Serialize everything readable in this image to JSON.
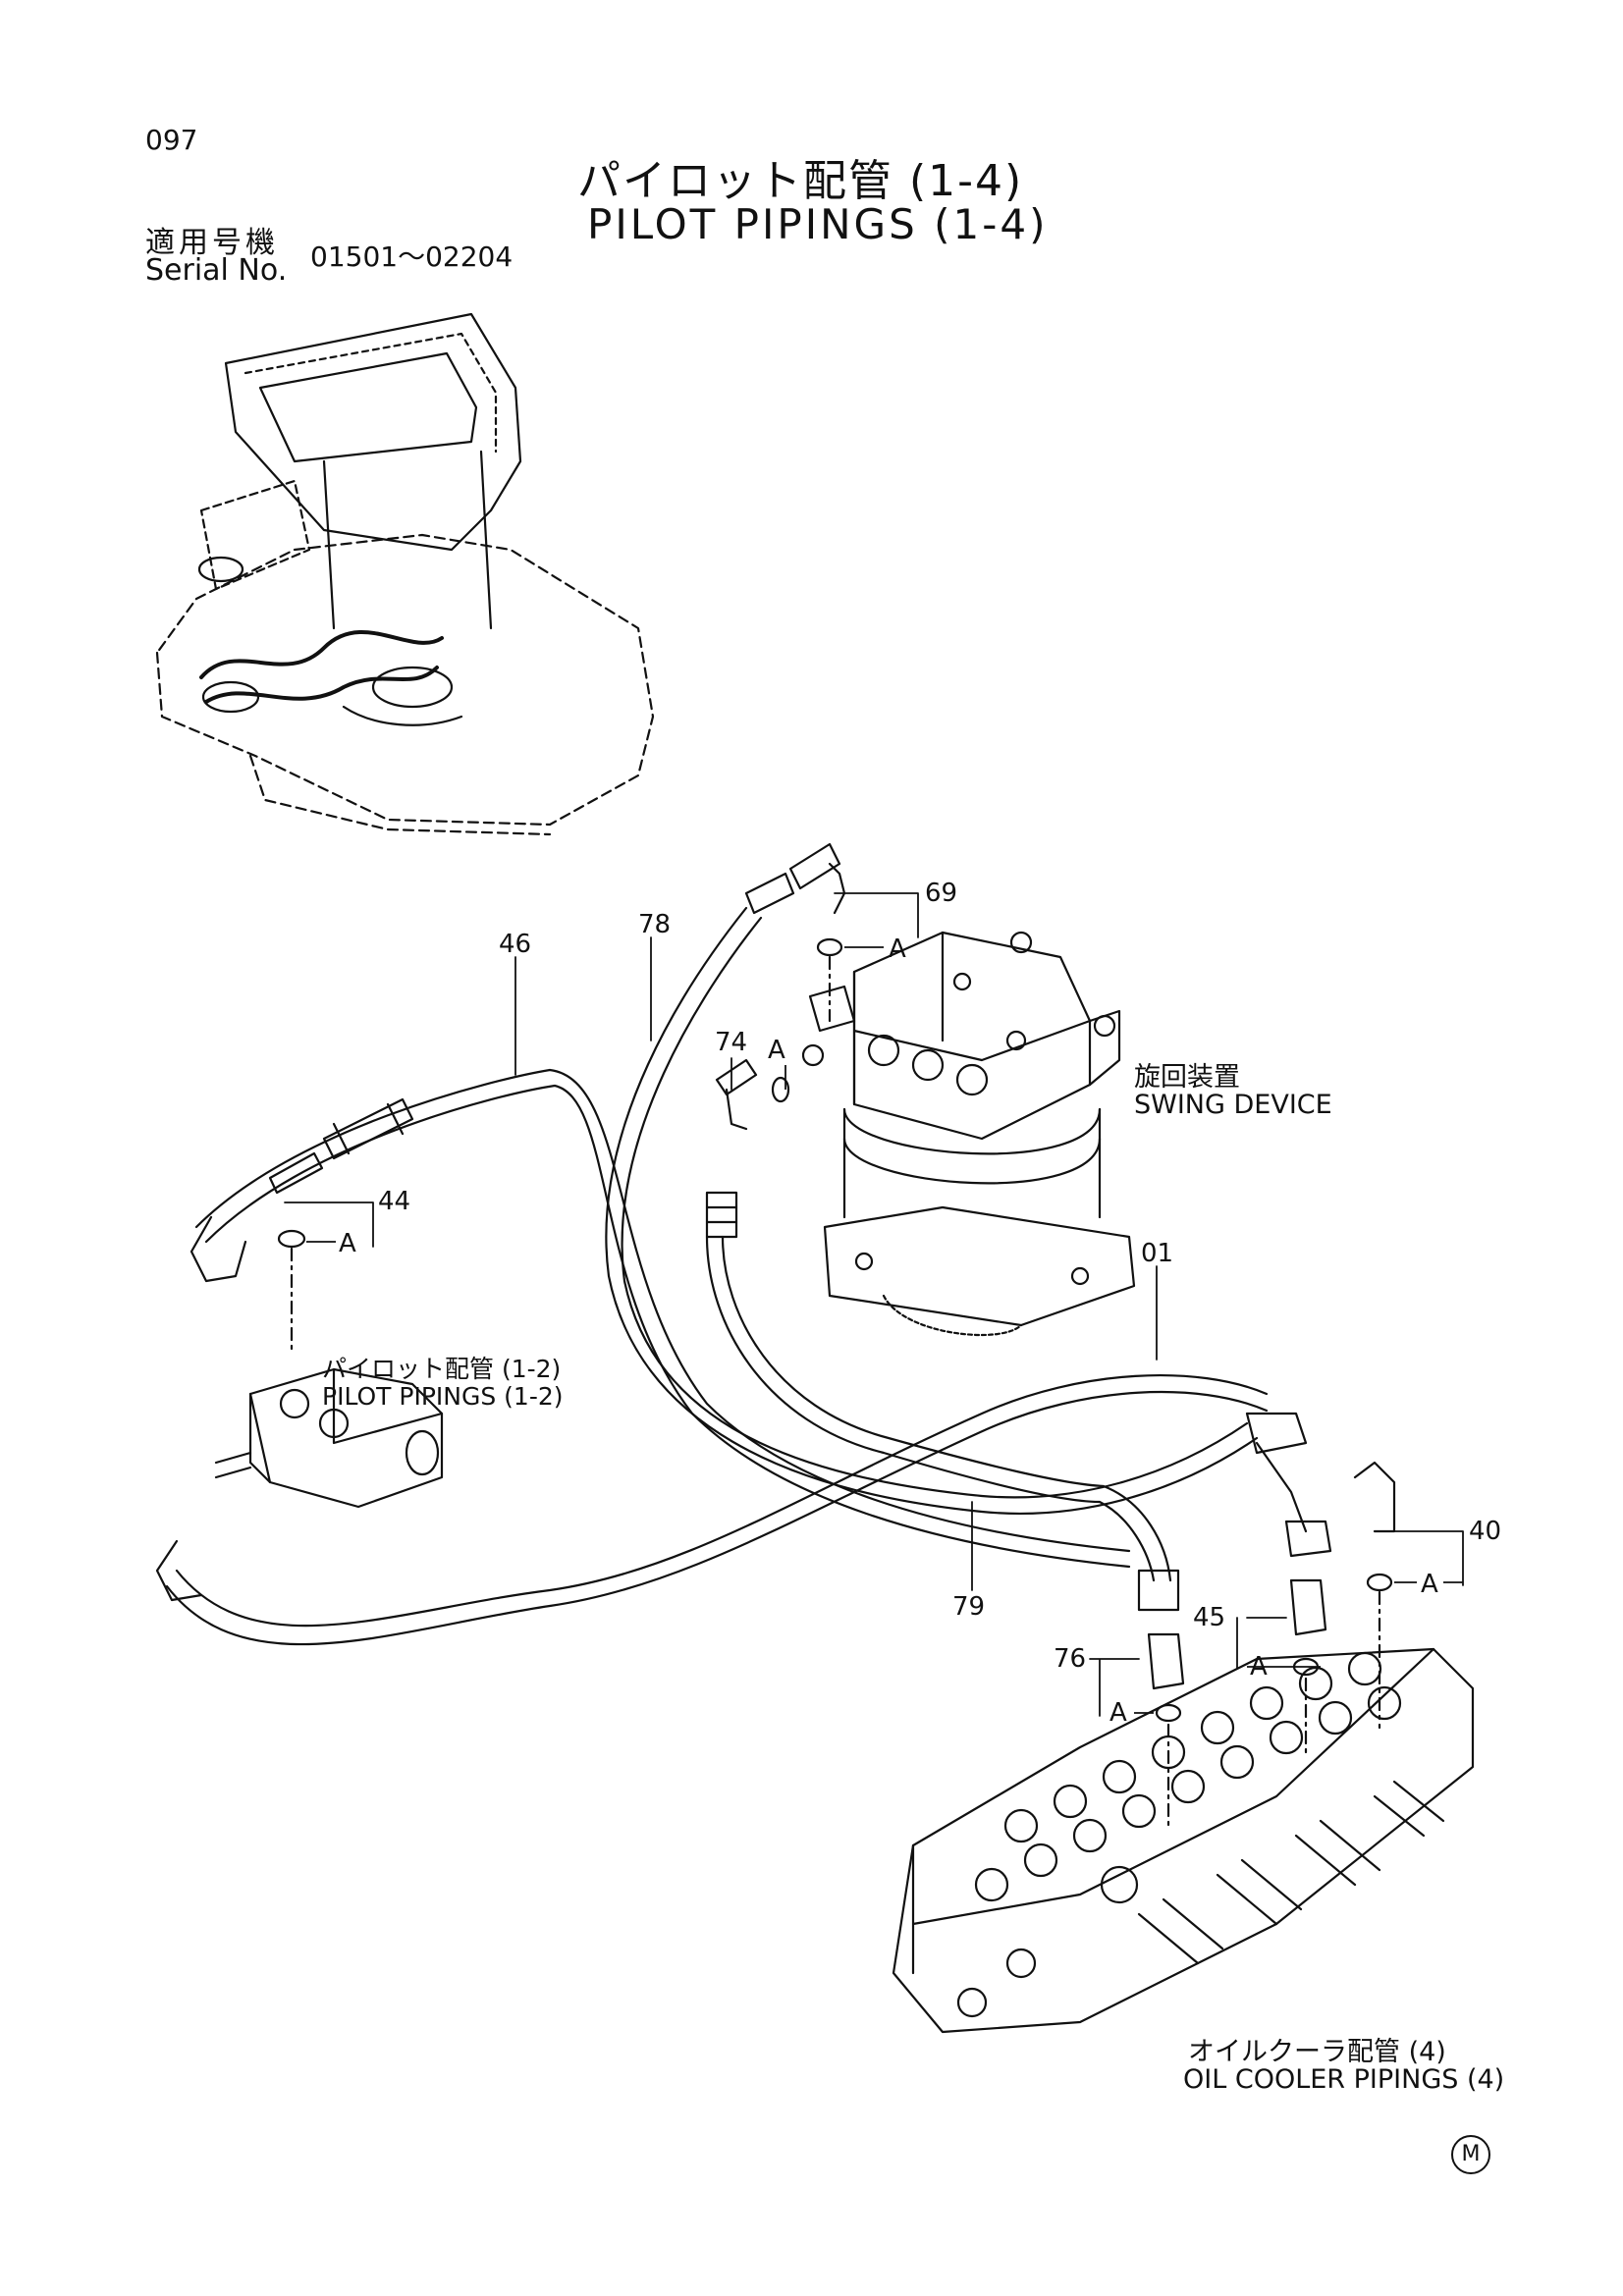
{
  "page": {
    "number": "097"
  },
  "title": {
    "jp": "パイロット配管 (1-4)",
    "en": "PILOT PIPINGS (1-4)"
  },
  "serial": {
    "label_jp": "適用号機",
    "label_en": "Serial No.",
    "range": "01501～02204"
  },
  "callouts": [
    "46",
    "78",
    "69",
    "74",
    "44",
    "01",
    "40",
    "45",
    "76",
    "79"
  ],
  "seal_letters": {
    "a": "A"
  },
  "components": {
    "swing_device": {
      "jp": "旋回装置",
      "en": "SWING DEVICE"
    },
    "pilot_pipings_ref": {
      "jp": "パイロット配管 (1-2)",
      "en": "PILOT PIPINGS (1-2)"
    },
    "oil_cooler_ref": {
      "jp": "オイルクーラ配管 (4)",
      "en": "OIL COOLER PIPINGS (4)"
    }
  },
  "footer_mark": "M"
}
